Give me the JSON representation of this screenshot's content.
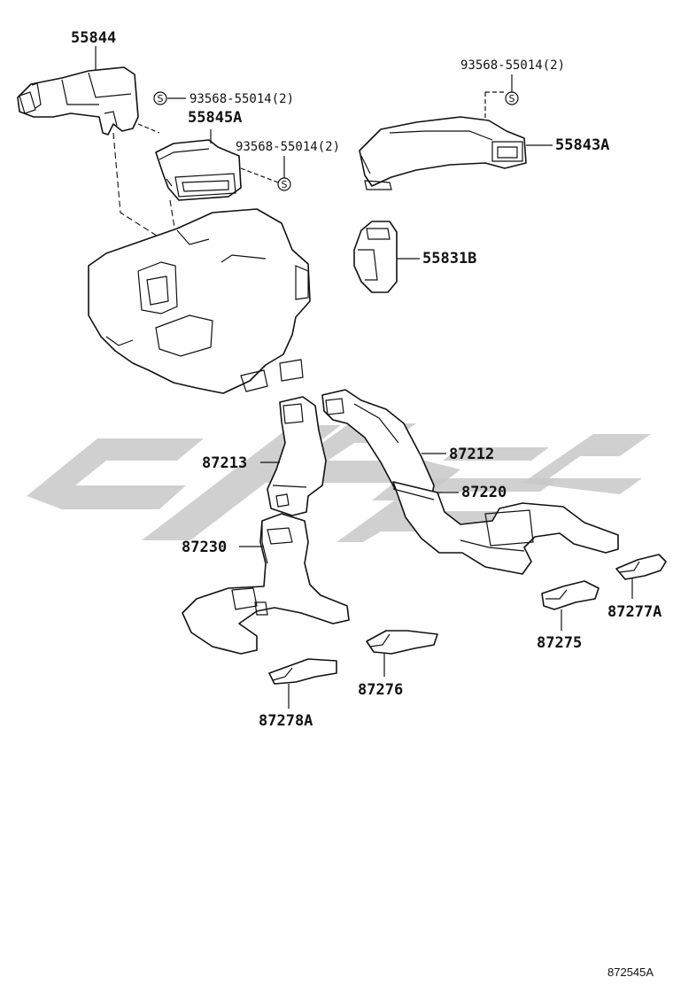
{
  "diagram": {
    "callouts": {
      "p55844": "55844",
      "p55845a": "55845A",
      "p55843a": "55843A",
      "p55831b": "55831B",
      "p87213": "87213",
      "p87212": "87212",
      "p87220": "87220",
      "p87230": "87230",
      "p87277a": "87277A",
      "p87275": "87275",
      "p87276": "87276",
      "p87278a": "87278A"
    },
    "screws": {
      "screw_a": "93568-55014(2)",
      "screw_b": "93568-55014(2)",
      "screw_c": "93568-55014(2)",
      "symbol_letter": "S"
    },
    "reference_code": "872545A",
    "colors": {
      "line": "#111111",
      "watermark": "#c8c8c8",
      "background": "#ffffff"
    }
  }
}
